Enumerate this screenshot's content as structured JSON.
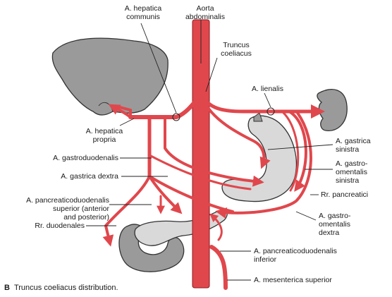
{
  "figure": {
    "caption_letter": "B",
    "caption_text": "Truncus coeliacus distribution."
  },
  "labels": {
    "hepatica_communis": "A. hepatica\ncommunis",
    "aorta": "Aorta\nabdominalis",
    "truncus": "Truncus\ncoeliacus",
    "lienalis": "A. lienalis",
    "hepatica_propria": "A. hepatica\npropria",
    "gastroduodenalis": "A. gastroduodenalis",
    "gastrica_dextra": "A. gastrica dextra",
    "pancreaticoduod_sup": "A. pancreaticoduodenalis\nsuperior (anterior\nand posterior)",
    "rr_duodenales": "Rr. duodenales",
    "gastrica_sinistra": "A. gastrica\nsinistra",
    "gastroomentalis_sinistra": "A. gastro-\nomentalis\nsinistra",
    "rr_pancreatici": "Rr. pancreatici",
    "gastroomentalis_dextra": "A. gastro-\nomentalis\ndextra",
    "pancreaticoduod_inf": "A. pancreaticoduodenalis\ninferior",
    "mesenterica_superior": "A. mesenterica superior"
  },
  "colors": {
    "artery": "#e0474c",
    "artery_edge": "#8a1e22",
    "organ": "#9a9a9a",
    "organ_light": "#d9d9d9",
    "outline": "#333333",
    "leader": "#222222"
  }
}
